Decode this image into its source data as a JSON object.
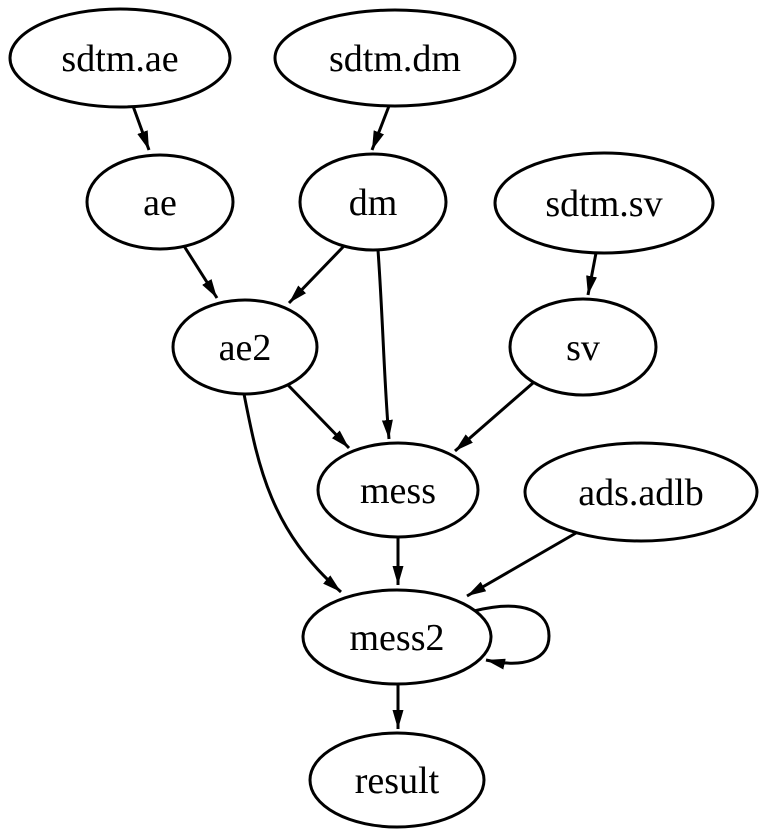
{
  "graph": {
    "background_color": "#ffffff",
    "node_fill_color": "#ffffff",
    "node_stroke_color": "#000000",
    "edge_color": "#000000",
    "text_color": "#000000",
    "nodes": [
      {
        "id": "sdtm.ae",
        "label": "sdtm.ae"
      },
      {
        "id": "sdtm.dm",
        "label": "sdtm.dm"
      },
      {
        "id": "ae",
        "label": "ae"
      },
      {
        "id": "dm",
        "label": "dm"
      },
      {
        "id": "sdtm.sv",
        "label": "sdtm.sv"
      },
      {
        "id": "ae2",
        "label": "ae2"
      },
      {
        "id": "sv",
        "label": "sv"
      },
      {
        "id": "mess",
        "label": "mess"
      },
      {
        "id": "ads.adlb",
        "label": "ads.adlb"
      },
      {
        "id": "mess2",
        "label": "mess2"
      },
      {
        "id": "result",
        "label": "result"
      }
    ],
    "edges": [
      {
        "from": "sdtm.ae",
        "to": "ae"
      },
      {
        "from": "sdtm.dm",
        "to": "dm"
      },
      {
        "from": "ae",
        "to": "ae2"
      },
      {
        "from": "dm",
        "to": "ae2"
      },
      {
        "from": "dm",
        "to": "mess"
      },
      {
        "from": "sdtm.sv",
        "to": "sv"
      },
      {
        "from": "ae2",
        "to": "mess"
      },
      {
        "from": "sv",
        "to": "mess"
      },
      {
        "from": "ae2",
        "to": "mess2"
      },
      {
        "from": "mess",
        "to": "mess2"
      },
      {
        "from": "ads.adlb",
        "to": "mess2"
      },
      {
        "from": "mess2",
        "to": "mess2"
      },
      {
        "from": "mess2",
        "to": "result"
      }
    ]
  }
}
